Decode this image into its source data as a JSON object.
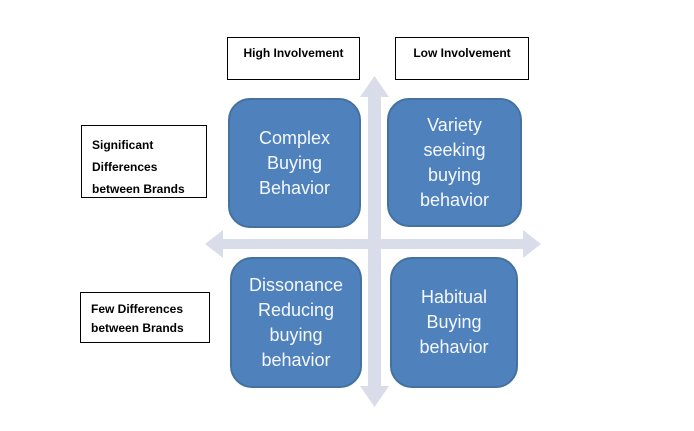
{
  "colors": {
    "background": "#ffffff",
    "quadrant_fill": "#4f81bd",
    "quadrant_border": "#44719e",
    "quadrant_text": "#f5f8fc",
    "arrow": "#d8dde9",
    "label_border": "#000000",
    "label_text": "#000000"
  },
  "column_headers": [
    {
      "id": "high-involvement",
      "label": "High Involvement"
    },
    {
      "id": "low-involvement",
      "label": "Low Involvement"
    }
  ],
  "row_labels": [
    {
      "id": "significant-differences",
      "label": "Significant\nDifferences\nbetween Brands"
    },
    {
      "id": "few-differences",
      "label": "Few Differences\nbetween Brands"
    }
  ],
  "quadrants": [
    {
      "id": "complex-buying",
      "position": "top-left",
      "label": "Complex\nBuying\nBehavior"
    },
    {
      "id": "variety-seeking-buying",
      "position": "top-right",
      "label": "Variety\nseeking\nbuying\nbehavior"
    },
    {
      "id": "dissonance-reducing-buying",
      "position": "bottom-left",
      "label": "Dissonance\nReducing\nbuying\nbehavior"
    },
    {
      "id": "habitual-buying",
      "position": "bottom-right",
      "label": "Habitual\nBuying\nbehavior"
    }
  ],
  "axes": {
    "horizontal_arrow": "double-headed-arrow",
    "vertical_arrow": "double-headed-arrow"
  }
}
